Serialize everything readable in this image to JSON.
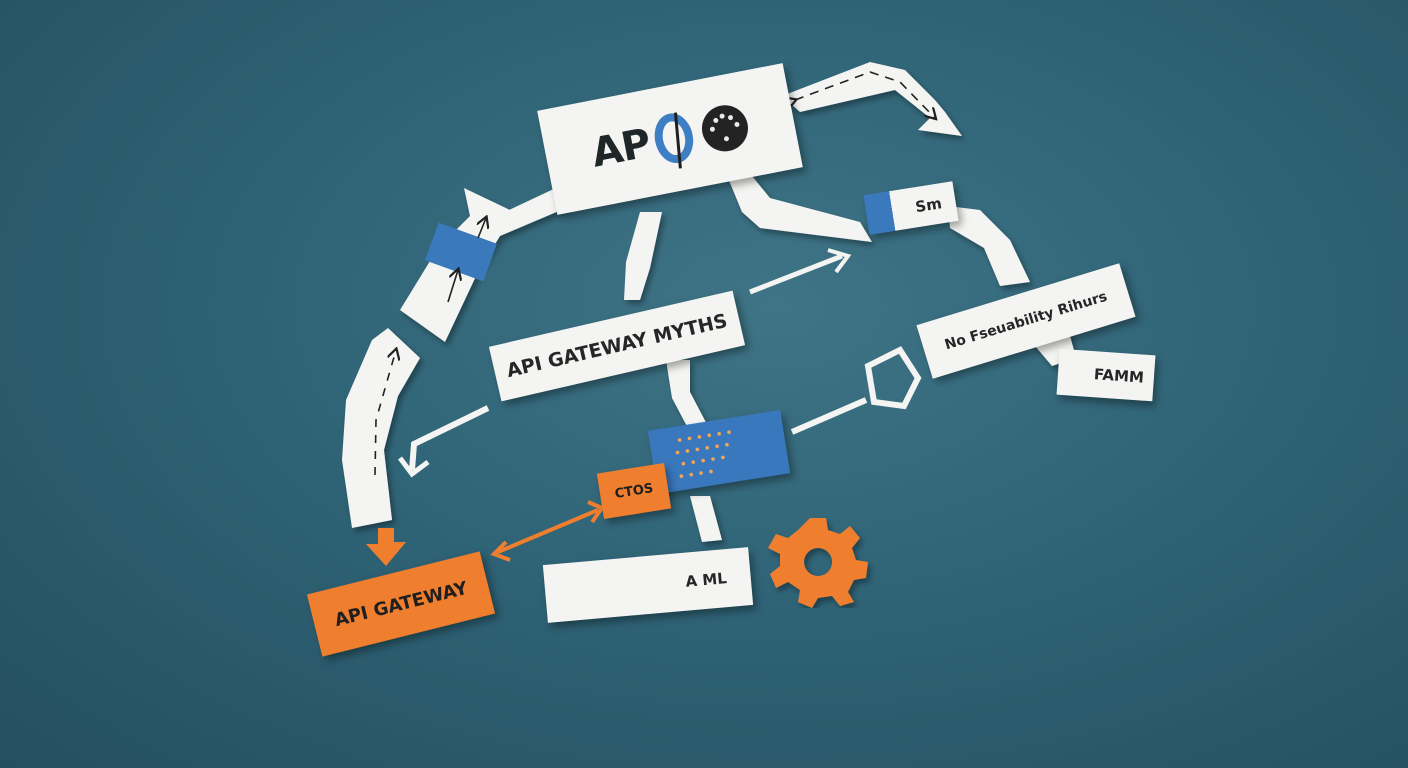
{
  "diagram": {
    "logo_text": "AP",
    "myths_label": "API GATEWAY MYTHS",
    "side_label": "Sm",
    "right_label": "No Fseuability Rihurs",
    "far_label": "FAMM",
    "ctos_label": "CTOS",
    "gateway_label": "API GATEWAY",
    "aml_label": "A ML"
  },
  "colors": {
    "background": "#2f6376",
    "paper": "#f4f4f2",
    "accent_orange": "#ef7f2e",
    "accent_blue": "#3b79bd",
    "ink": "#262626"
  },
  "icons": [
    "o-ring-icon",
    "dot-disc-icon",
    "gear-icon",
    "chip-icon",
    "pentagon-icon"
  ]
}
